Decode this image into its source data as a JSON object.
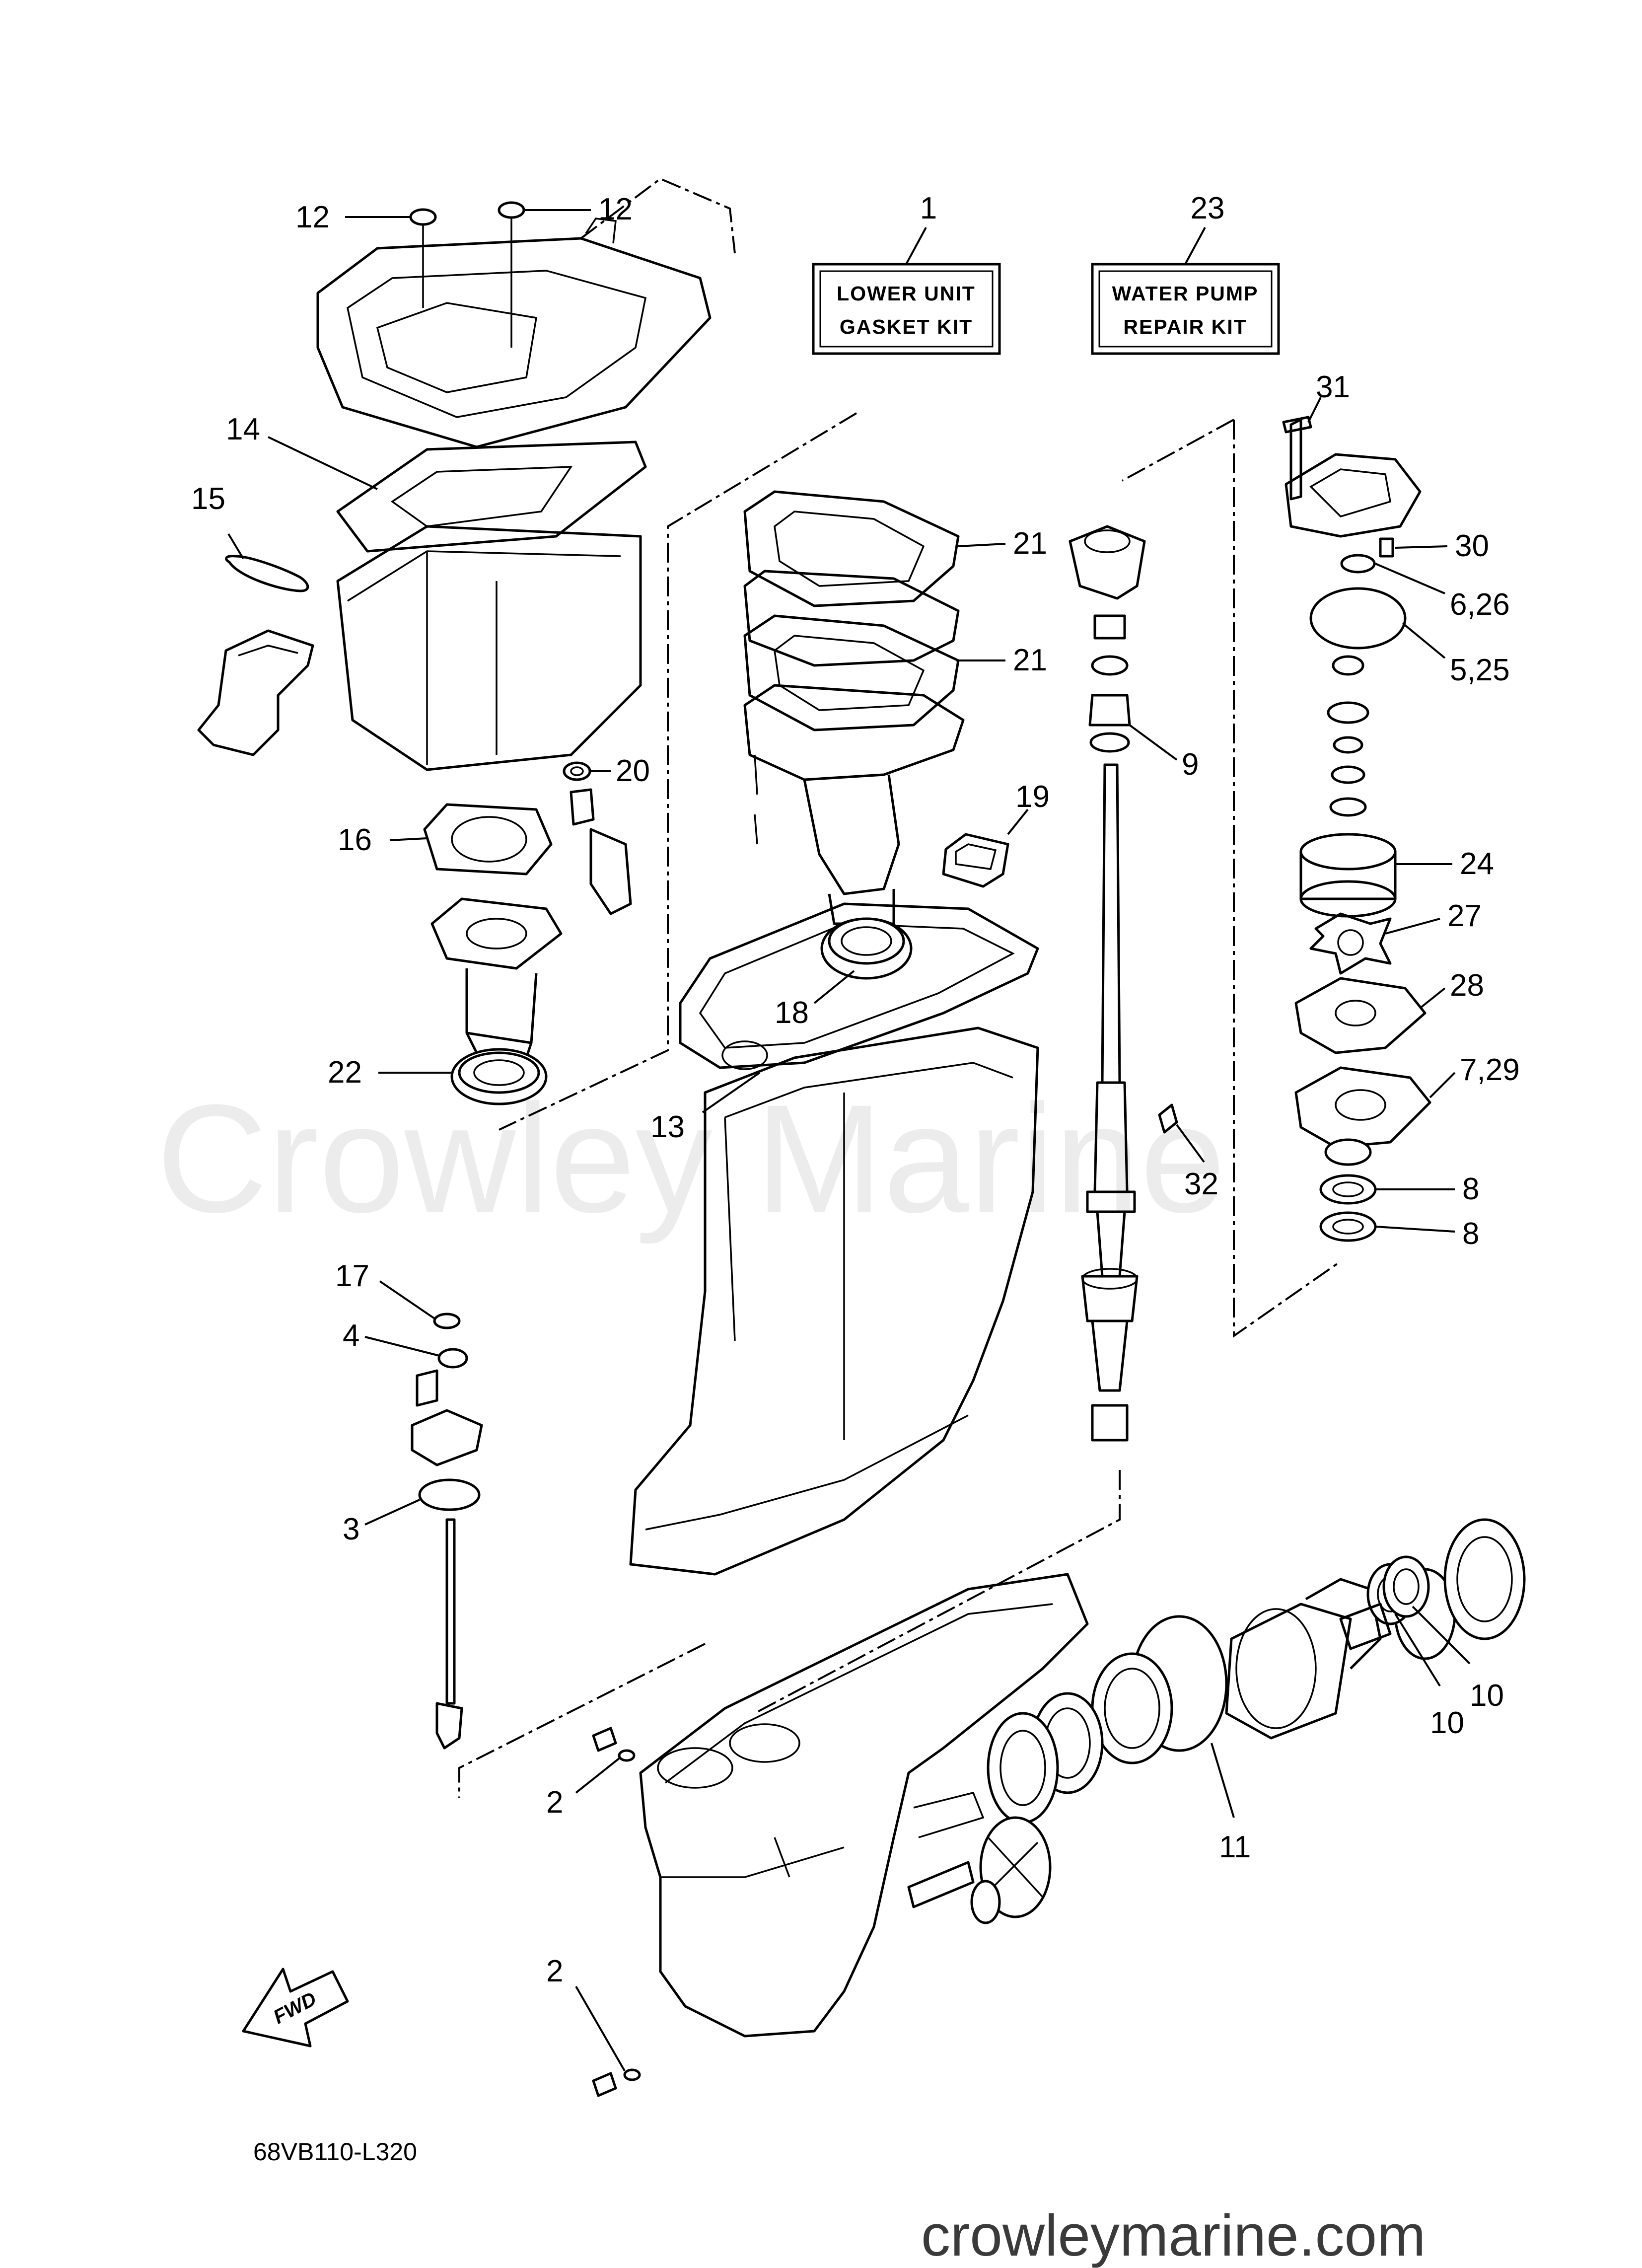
{
  "watermark": "Crowley Marine",
  "diagram_code": "68VB110-L320",
  "footer_site": "crowleymarine.com",
  "kit_boxes": {
    "lower_unit": {
      "ref": "1",
      "line1": "LOWER UNIT",
      "line2": "GASKET KIT"
    },
    "water_pump": {
      "ref": "23",
      "line1": "WATER PUMP",
      "line2": "REPAIR KIT"
    }
  },
  "fwd_arrow": "FWD",
  "callouts": {
    "c12a": "12",
    "c12b": "12",
    "c14": "14",
    "c15": "15",
    "c16": "16",
    "c20": "20",
    "c22": "22",
    "c21a": "21",
    "c21b": "21",
    "c19": "19",
    "c18": "18",
    "c13": "13",
    "c9": "9",
    "c31": "31",
    "c30": "30",
    "c6_26": "6,26",
    "c5_25": "5,25",
    "c24": "24",
    "c27": "27",
    "c28": "28",
    "c7_29": "7,29",
    "c32": "32",
    "c8a": "8",
    "c8b": "8",
    "c17": "17",
    "c4": "4",
    "c3": "3",
    "c2a": "2",
    "c2b": "2",
    "c11": "11",
    "c10a": "10",
    "c10b": "10"
  }
}
